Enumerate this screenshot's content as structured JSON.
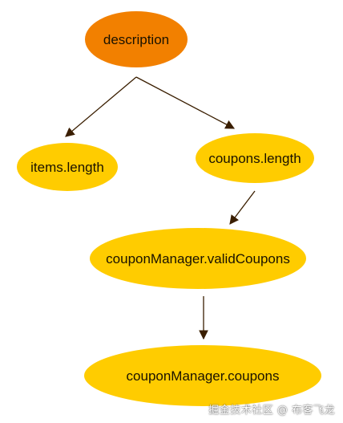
{
  "diagram": {
    "nodes": {
      "description": "description",
      "items_length": "items.length",
      "coupons_length": "coupons.length",
      "valid_coupons": "couponManager.validCoupons",
      "coupons": "couponManager.coupons"
    },
    "edges": [
      {
        "from": "description",
        "to": "items.length"
      },
      {
        "from": "description",
        "to": "coupons.length"
      },
      {
        "from": "coupons.length",
        "to": "couponManager.validCoupons"
      },
      {
        "from": "couponManager.validCoupons",
        "to": "couponManager.coupons"
      }
    ]
  },
  "colors": {
    "root_node": "#f28000",
    "node": "#ffcc00",
    "edge": "#3a1e00",
    "text": "#1a1200"
  },
  "watermark": "掘金技术社区 @ 布客飞龙"
}
